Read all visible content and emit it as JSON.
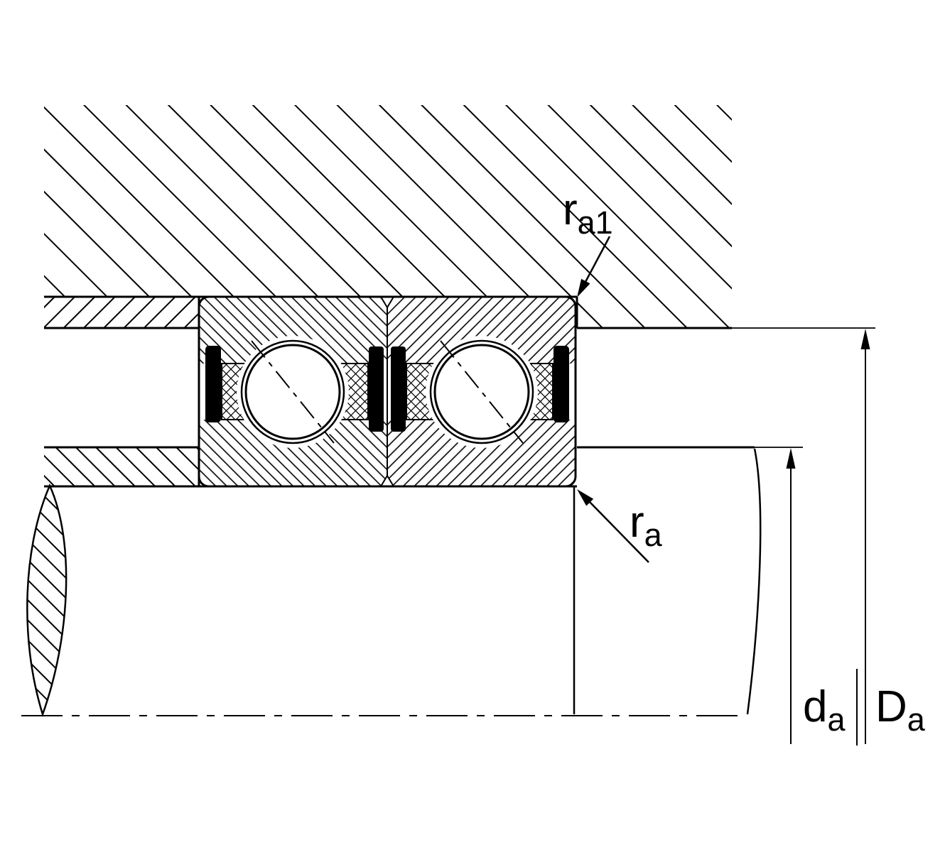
{
  "diagram": {
    "type": "bearing-mounting-cross-section",
    "colors": {
      "line": "#000000",
      "background": "#ffffff",
      "seal_fill": "#000000"
    },
    "labels": {
      "ra1": {
        "base": "r",
        "sub": "a1"
      },
      "ra": {
        "base": "r",
        "sub": "a"
      },
      "da": {
        "base": "d",
        "sub": "a"
      },
      "Da": {
        "base": "D",
        "sub": "a"
      }
    }
  }
}
